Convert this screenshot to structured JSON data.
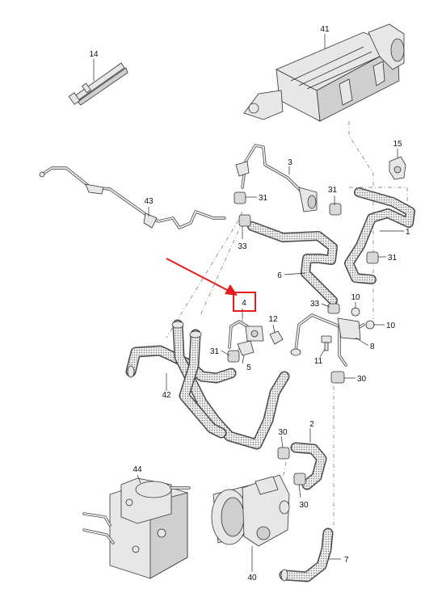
{
  "parts": {
    "p41": "41",
    "p14": "14",
    "p15": "15",
    "p3": "3",
    "p31a": "31",
    "p31b": "31",
    "p31c": "31",
    "p31d": "31",
    "p43": "43",
    "p33a": "33",
    "p33b": "33",
    "p1": "1",
    "p6": "6",
    "p4": "4",
    "p10a": "10",
    "p10b": "10",
    "p12": "12",
    "p8": "8",
    "p11": "11",
    "p5": "5",
    "p42": "42",
    "p30a": "30",
    "p30b": "30",
    "p30c": "30",
    "p2": "2",
    "p44": "44",
    "p40": "40",
    "p7": "7"
  },
  "colors": {
    "highlight": "#e11d1d",
    "hose_texture": "#9a9a9a"
  }
}
